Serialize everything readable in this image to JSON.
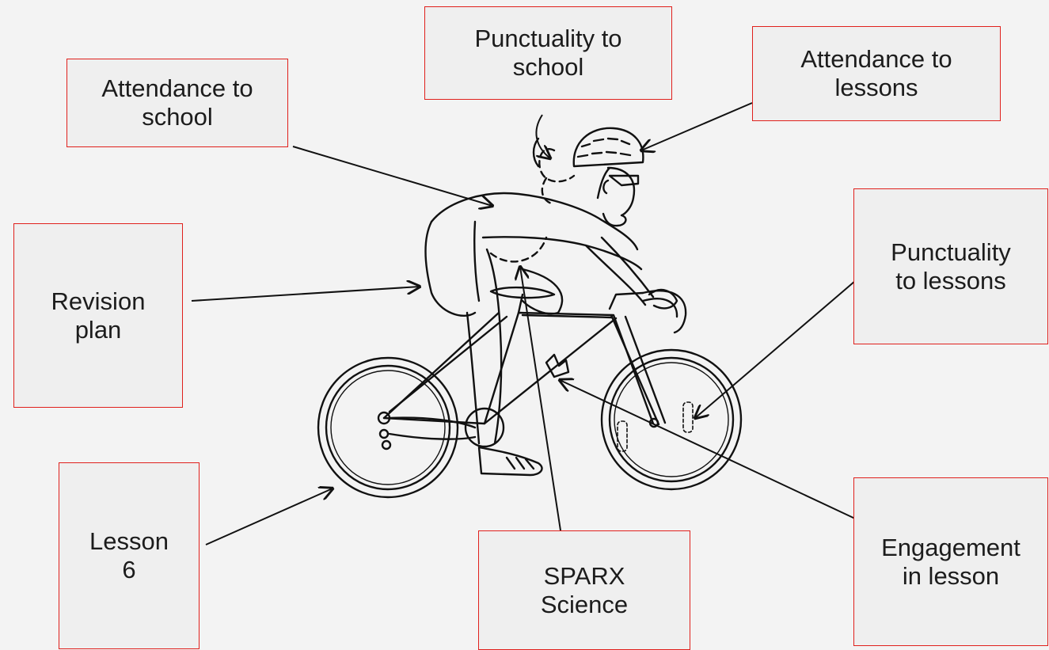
{
  "colors": {
    "background": "#f3f3f3",
    "box_fill": "#efefef",
    "box_border": "#e0201c",
    "text": "#1c1c1c",
    "line": "#111111"
  },
  "image": {
    "subject": "cyclist-on-road-bike-line-drawing"
  },
  "labels": {
    "punctuality_school": "Punctuality  to\nschool",
    "attendance_lessons": "Attendance to\nlessons",
    "attendance_school": "Attendance to\nschool",
    "revision_plan": "Revision\nplan",
    "punctuality_lessons": "Punctuality\nto lessons",
    "lesson_6": "Lesson\n6",
    "sparx_science": "SPARX\nScience",
    "engagement_lesson": "Engagement\nin lesson"
  }
}
